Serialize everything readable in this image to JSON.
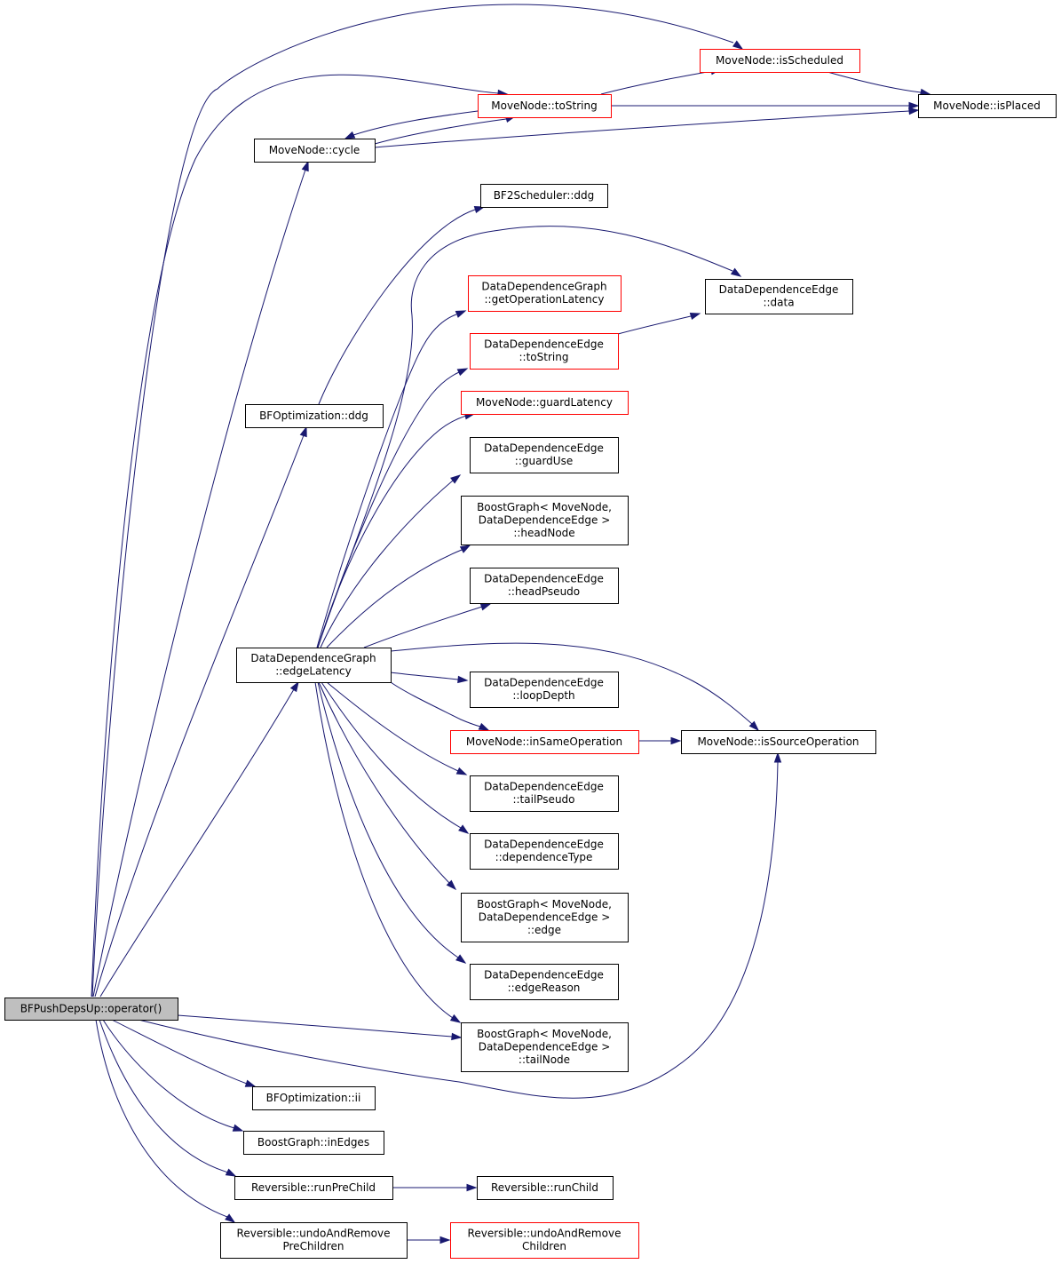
{
  "graph": {
    "colors": {
      "edge": "#191970",
      "node_border": "#000000",
      "node_border_linked": "#ff0000",
      "root_fill": "#bfbfbf"
    },
    "nodes": [
      {
        "id": "root",
        "lines": [
          "BFPushDepsUp::operator()"
        ],
        "style": "root"
      },
      {
        "id": "cycle",
        "lines": [
          "MoveNode::cycle"
        ],
        "style": "normal"
      },
      {
        "id": "tostring",
        "lines": [
          "MoveNode::toString"
        ],
        "style": "linked"
      },
      {
        "id": "isscheduled",
        "lines": [
          "MoveNode::isScheduled"
        ],
        "style": "linked"
      },
      {
        "id": "isplaced",
        "lines": [
          "MoveNode::isPlaced"
        ],
        "style": "normal"
      },
      {
        "id": "bf2ddg",
        "lines": [
          "BF2Scheduler::ddg"
        ],
        "style": "normal"
      },
      {
        "id": "bfoptddg",
        "lines": [
          "BFOptimization::ddg"
        ],
        "style": "normal"
      },
      {
        "id": "getoplat",
        "lines": [
          "DataDependenceGraph",
          "::getOperationLatency"
        ],
        "style": "linked"
      },
      {
        "id": "ddedata",
        "lines": [
          "DataDependenceEdge",
          "::data"
        ],
        "style": "normal"
      },
      {
        "id": "ddetostring",
        "lines": [
          "DataDependenceEdge",
          "::toString"
        ],
        "style": "linked"
      },
      {
        "id": "guardlat",
        "lines": [
          "MoveNode::guardLatency"
        ],
        "style": "linked"
      },
      {
        "id": "guarduse",
        "lines": [
          "DataDependenceEdge",
          "::guardUse"
        ],
        "style": "normal"
      },
      {
        "id": "headnode",
        "lines": [
          "BoostGraph< MoveNode,",
          "DataDependenceEdge >",
          "::headNode"
        ],
        "style": "normal"
      },
      {
        "id": "headpseudo",
        "lines": [
          "DataDependenceEdge",
          "::headPseudo"
        ],
        "style": "normal"
      },
      {
        "id": "edgelatency",
        "lines": [
          "DataDependenceGraph",
          "::edgeLatency"
        ],
        "style": "normal"
      },
      {
        "id": "loopdepth",
        "lines": [
          "DataDependenceEdge",
          "::loopDepth"
        ],
        "style": "normal"
      },
      {
        "id": "insameop",
        "lines": [
          "MoveNode::inSameOperation"
        ],
        "style": "linked"
      },
      {
        "id": "issourceop",
        "lines": [
          "MoveNode::isSourceOperation"
        ],
        "style": "normal"
      },
      {
        "id": "tailpseudo",
        "lines": [
          "DataDependenceEdge",
          "::tailPseudo"
        ],
        "style": "normal"
      },
      {
        "id": "deptype",
        "lines": [
          "DataDependenceEdge",
          "::dependenceType"
        ],
        "style": "normal"
      },
      {
        "id": "bgedge",
        "lines": [
          "BoostGraph< MoveNode,",
          "DataDependenceEdge >",
          "::edge"
        ],
        "style": "normal"
      },
      {
        "id": "edgereason",
        "lines": [
          "DataDependenceEdge",
          "::edgeReason"
        ],
        "style": "normal"
      },
      {
        "id": "tailnode",
        "lines": [
          "BoostGraph< MoveNode,",
          "DataDependenceEdge >",
          "::tailNode"
        ],
        "style": "normal"
      },
      {
        "id": "bfoptii",
        "lines": [
          "BFOptimization::ii"
        ],
        "style": "normal"
      },
      {
        "id": "inedges",
        "lines": [
          "BoostGraph::inEdges"
        ],
        "style": "normal"
      },
      {
        "id": "runprechild",
        "lines": [
          "Reversible::runPreChild"
        ],
        "style": "normal"
      },
      {
        "id": "runchild",
        "lines": [
          "Reversible::runChild"
        ],
        "style": "normal"
      },
      {
        "id": "undoprechildren",
        "lines": [
          "Reversible::undoAndRemove",
          "PreChildren"
        ],
        "style": "normal"
      },
      {
        "id": "undochildren",
        "lines": [
          "Reversible::undoAndRemove",
          "Children"
        ],
        "style": "linked"
      }
    ],
    "edges": [
      {
        "from": "root",
        "to": "isscheduled"
      },
      {
        "from": "root",
        "to": "tostring"
      },
      {
        "from": "root",
        "to": "cycle"
      },
      {
        "from": "root",
        "to": "bfoptddg"
      },
      {
        "from": "root",
        "to": "edgelatency"
      },
      {
        "from": "root",
        "to": "tailnode"
      },
      {
        "from": "root",
        "to": "issourceop"
      },
      {
        "from": "root",
        "to": "bfoptii"
      },
      {
        "from": "root",
        "to": "inedges"
      },
      {
        "from": "root",
        "to": "runprechild"
      },
      {
        "from": "root",
        "to": "undoprechildren"
      },
      {
        "from": "cycle",
        "to": "tostring"
      },
      {
        "from": "cycle",
        "to": "isplaced"
      },
      {
        "from": "tostring",
        "to": "cycle"
      },
      {
        "from": "tostring",
        "to": "isscheduled"
      },
      {
        "from": "tostring",
        "to": "isplaced"
      },
      {
        "from": "isscheduled",
        "to": "isplaced"
      },
      {
        "from": "bfoptddg",
        "to": "bf2ddg"
      },
      {
        "from": "ddetostring",
        "to": "ddedata"
      },
      {
        "from": "edgelatency",
        "to": "ddedata"
      },
      {
        "from": "edgelatency",
        "to": "getoplat"
      },
      {
        "from": "edgelatency",
        "to": "ddetostring"
      },
      {
        "from": "edgelatency",
        "to": "guardlat"
      },
      {
        "from": "edgelatency",
        "to": "guarduse"
      },
      {
        "from": "edgelatency",
        "to": "headnode"
      },
      {
        "from": "edgelatency",
        "to": "headpseudo"
      },
      {
        "from": "edgelatency",
        "to": "issourceop"
      },
      {
        "from": "edgelatency",
        "to": "loopdepth"
      },
      {
        "from": "edgelatency",
        "to": "insameop"
      },
      {
        "from": "edgelatency",
        "to": "tailpseudo"
      },
      {
        "from": "edgelatency",
        "to": "deptype"
      },
      {
        "from": "edgelatency",
        "to": "bgedge"
      },
      {
        "from": "edgelatency",
        "to": "edgereason"
      },
      {
        "from": "edgelatency",
        "to": "tailnode"
      },
      {
        "from": "insameop",
        "to": "issourceop"
      },
      {
        "from": "runprechild",
        "to": "runchild"
      },
      {
        "from": "undoprechildren",
        "to": "undochildren"
      }
    ]
  }
}
